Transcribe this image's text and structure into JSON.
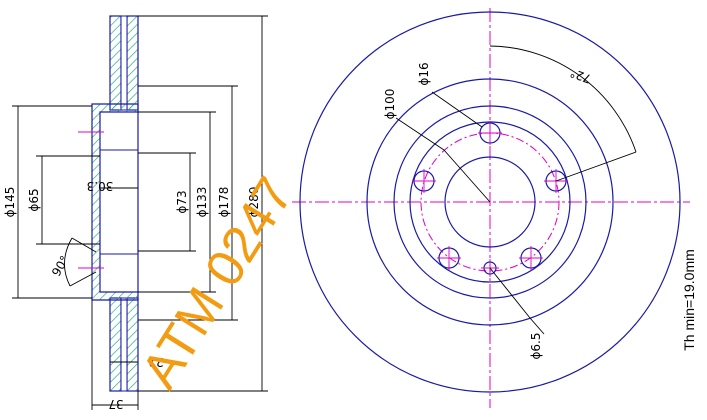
{
  "watermark": {
    "text": "ATM 0247",
    "color": "#f39c12"
  },
  "note": {
    "min_thickness": "Th min=19.0mm"
  },
  "colors": {
    "outline": "#1a1aa6",
    "hatch": "#2bb08a",
    "centerline": "#e000c8",
    "dimension": "#000000"
  },
  "section_view": {
    "dimensions": {
      "outer_diameter": "ϕ280",
      "d178": "ϕ178",
      "d133": "ϕ133",
      "d73": "ϕ73",
      "d145": "ϕ145",
      "d65": "ϕ65",
      "hat_depth": "30.3",
      "chamfer_angle": "90°",
      "thickness": "22",
      "overall_width": "37"
    }
  },
  "front_view": {
    "dimensions": {
      "hole_diameter": "ϕ16",
      "pitch_circle": "ϕ100",
      "small_hole": "ϕ6.5",
      "angle": "72°"
    }
  }
}
